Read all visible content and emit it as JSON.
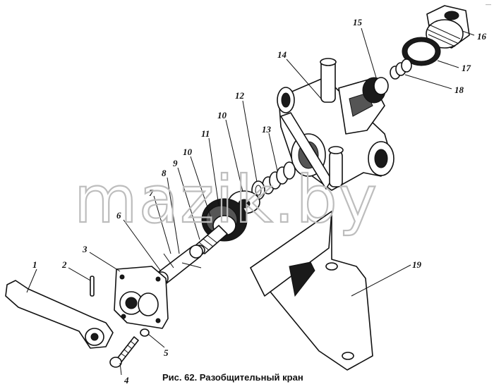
{
  "figure": {
    "caption": "Рис. 62. Разобщительный кран",
    "watermark": "mazik.by",
    "corner_mark": "—",
    "part_labels": [
      "1",
      "2",
      "3",
      "4",
      "5",
      "6",
      "7",
      "8",
      "9",
      "10",
      "10",
      "11",
      "12",
      "13",
      "14",
      "15",
      "16",
      "17",
      "18",
      "19"
    ]
  }
}
